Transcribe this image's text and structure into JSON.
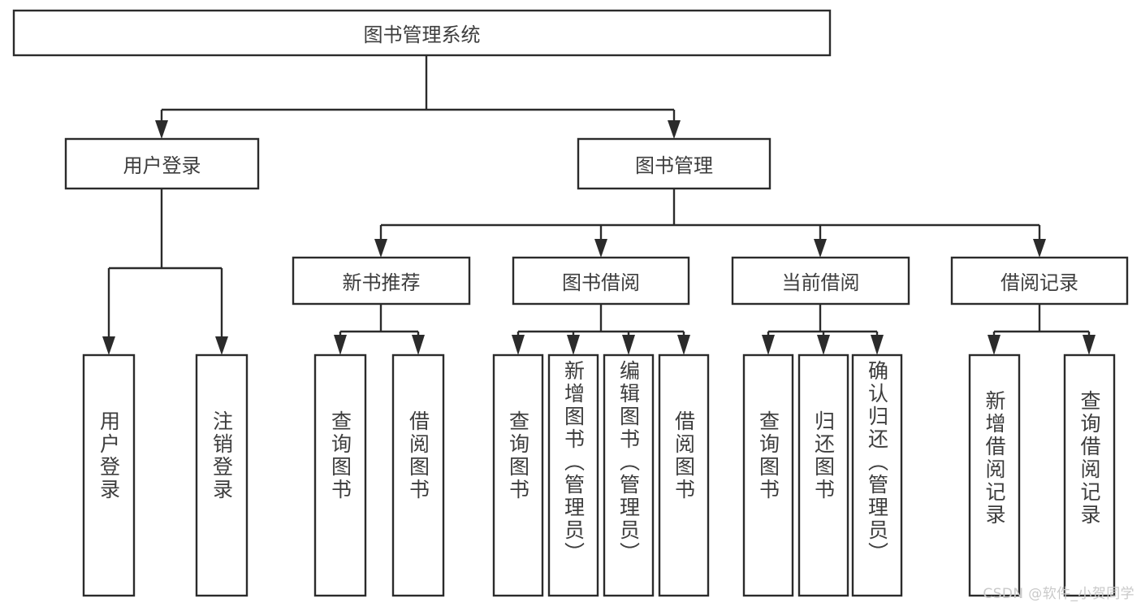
{
  "diagram": {
    "title": "图书管理系统",
    "type": "tree-hierarchy",
    "watermark": "CSDN @软件_小贺同学",
    "colors": {
      "stroke": "#2b2b2b",
      "box_fill": "#ffffff",
      "text": "#3d3d3d",
      "background": "#ffffff",
      "watermark": "#c9c9c9"
    },
    "root": {
      "label": "图书管理系统"
    },
    "level2": [
      {
        "label": "用户登录"
      },
      {
        "label": "图书管理"
      }
    ],
    "level3": [
      {
        "label": "新书推荐"
      },
      {
        "label": "图书借阅"
      },
      {
        "label": "当前借阅"
      },
      {
        "label": "借阅记录"
      }
    ],
    "leaves": {
      "user_login": [
        {
          "label": "用户登录"
        },
        {
          "label": "注销登录"
        }
      ],
      "new_book_recommend": [
        {
          "label": "查询图书"
        },
        {
          "label": "借阅图书"
        }
      ],
      "book_borrow": [
        {
          "label": "查询图书"
        },
        {
          "label": "新增图书（管理员）"
        },
        {
          "label": "编辑图书（管理员）"
        },
        {
          "label": "借阅图书"
        }
      ],
      "current_borrow": [
        {
          "label": "查询图书"
        },
        {
          "label": "归还图书"
        },
        {
          "label": "确认归还（管理员）"
        }
      ],
      "borrow_record": [
        {
          "label": "新增借阅记录"
        },
        {
          "label": "查询借阅记录"
        }
      ]
    }
  }
}
